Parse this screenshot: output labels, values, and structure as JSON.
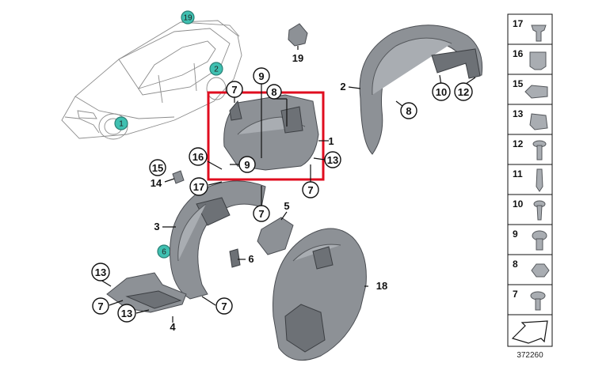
{
  "diagram": {
    "callouts": {
      "c1": "1",
      "c2": "2",
      "c3": "3",
      "c4": "4",
      "c5": "5",
      "c6": "6",
      "c7a": "7",
      "c7b": "7",
      "c7c": "7",
      "c7d": "7",
      "c7e": "7",
      "c8": "8",
      "c8b": "8",
      "c9a": "9",
      "c9b": "9",
      "c10": "10",
      "c12": "12",
      "c13a": "13",
      "c13b": "13",
      "c13c": "13",
      "c14": "14",
      "c15": "15",
      "c16": "16",
      "c17": "17",
      "c18": "18",
      "c19": "19"
    },
    "car_markers": {
      "m1": "1",
      "m2": "2",
      "m6": "6",
      "m19": "19"
    },
    "sidebar": [
      "17",
      "16",
      "15",
      "13",
      "12",
      "11",
      "10",
      "9",
      "8",
      "7"
    ],
    "image_code": "372260",
    "colors": {
      "highlight": "#e00d1f",
      "marker": "#3fc0b1",
      "part": "#8d9196"
    }
  }
}
